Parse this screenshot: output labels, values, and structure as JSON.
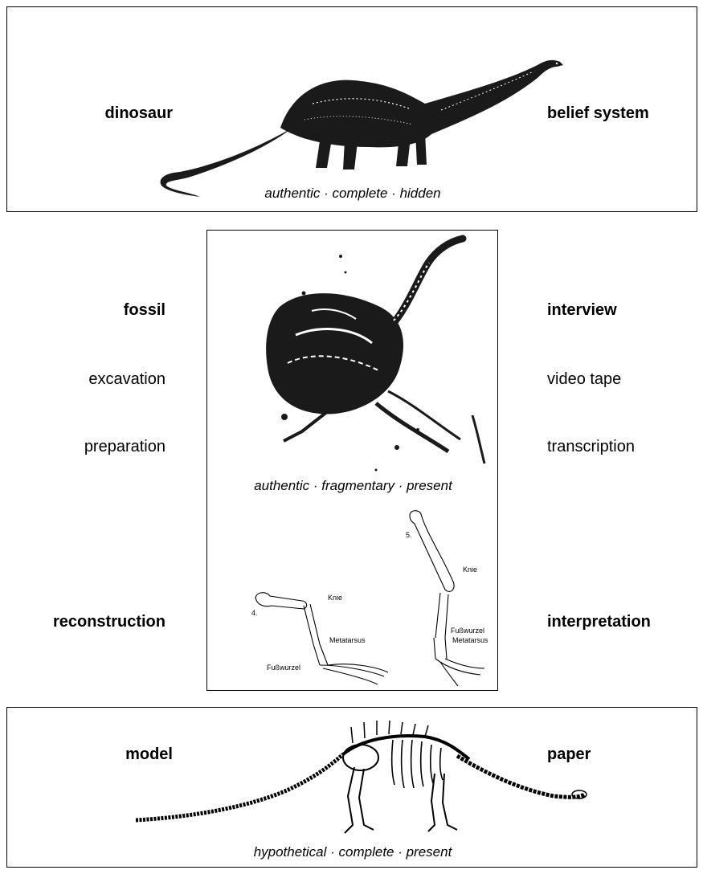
{
  "top": {
    "left_label": "dinosaur",
    "right_label": "belief system",
    "caption": "authentic · complete · hidden"
  },
  "middle": {
    "left": {
      "heading": "fossil",
      "steps": [
        "excavation",
        "preparation"
      ],
      "bottom": "reconstruction"
    },
    "right": {
      "heading": "interview",
      "steps": [
        "video tape",
        "transcription"
      ],
      "bottom": "interpretation"
    },
    "caption": "authentic · fragmentary · present",
    "leg_diagrams": {
      "figure_4": {
        "number": "4.",
        "labels": [
          "Knie",
          "Metatarsus",
          "Fußwurzel"
        ]
      },
      "figure_5": {
        "number": "5.",
        "labels": [
          "Knie",
          "Fußwurzel",
          "Metatarsus"
        ]
      }
    }
  },
  "bottom": {
    "left_label": "model",
    "right_label": "paper",
    "caption": "hypothetical · complete · present"
  }
}
